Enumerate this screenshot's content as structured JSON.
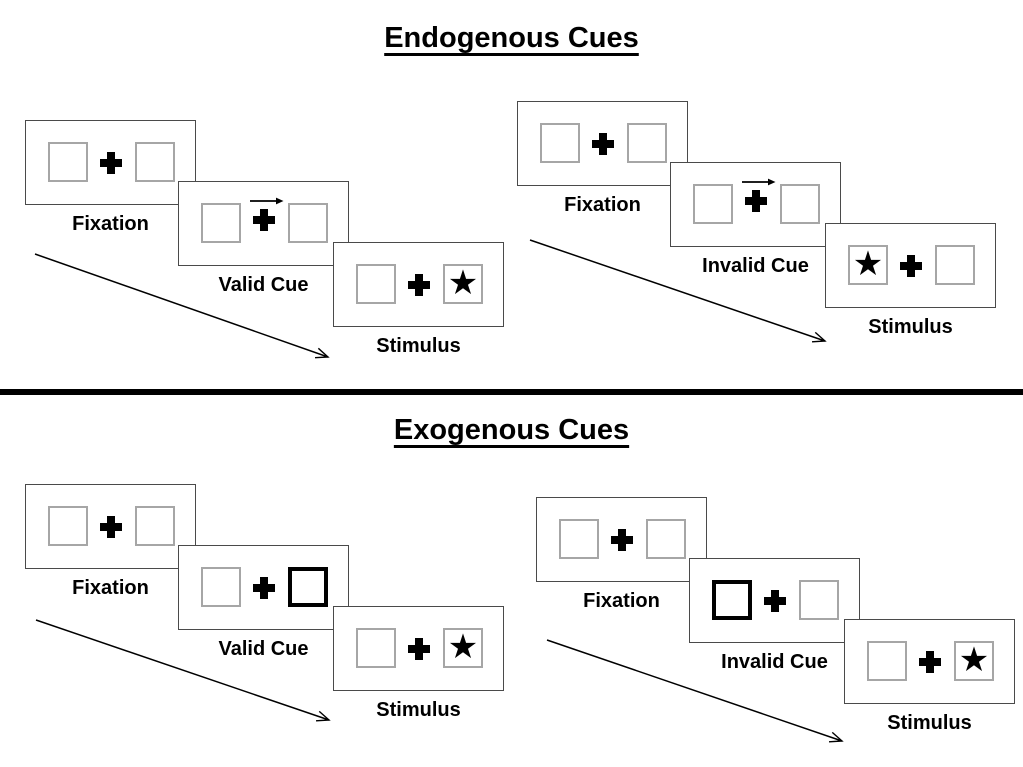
{
  "endogenous": {
    "title": "Endogenous Cues"
  },
  "exogenous": {
    "title": "Exogenous Cues"
  },
  "icons": {
    "star": "★",
    "fixation_cross": "+",
    "cue_arrow_direction": "right"
  },
  "colors": {
    "panel_border": "#4a4a4a",
    "box_border": "#a6a6a6",
    "ink": "#000000",
    "background": "#ffffff"
  },
  "sequences": [
    {
      "name": "endogenous-valid",
      "section": "endogenous",
      "panels": [
        {
          "label": "Fixation",
          "left_box": "empty",
          "right_box": "empty",
          "cue_arrow": ""
        },
        {
          "label": "Valid Cue",
          "left_box": "empty",
          "right_box": "empty",
          "cue_arrow": "right"
        },
        {
          "label": "Stimulus",
          "left_box": "empty",
          "right_box": "star",
          "cue_arrow": ""
        }
      ]
    },
    {
      "name": "endogenous-invalid",
      "section": "endogenous",
      "panels": [
        {
          "label": "Fixation",
          "left_box": "empty",
          "right_box": "empty",
          "cue_arrow": ""
        },
        {
          "label": "Invalid Cue",
          "left_box": "empty",
          "right_box": "empty",
          "cue_arrow": "right"
        },
        {
          "label": "Stimulus",
          "left_box": "star",
          "right_box": "empty",
          "cue_arrow": ""
        }
      ]
    },
    {
      "name": "exogenous-valid",
      "section": "exogenous",
      "panels": [
        {
          "label": "Fixation",
          "left_box": "empty",
          "right_box": "empty",
          "cue_arrow": ""
        },
        {
          "label": "Valid Cue",
          "left_box": "empty",
          "right_box": "thick-outline",
          "cue_arrow": ""
        },
        {
          "label": "Stimulus",
          "left_box": "empty",
          "right_box": "star",
          "cue_arrow": ""
        }
      ]
    },
    {
      "name": "exogenous-invalid",
      "section": "exogenous",
      "panels": [
        {
          "label": "Fixation",
          "left_box": "empty",
          "right_box": "empty",
          "cue_arrow": ""
        },
        {
          "label": "Invalid Cue",
          "left_box": "thick-outline",
          "right_box": "empty",
          "cue_arrow": ""
        },
        {
          "label": "Stimulus",
          "left_box": "empty",
          "right_box": "star",
          "cue_arrow": ""
        }
      ]
    }
  ]
}
